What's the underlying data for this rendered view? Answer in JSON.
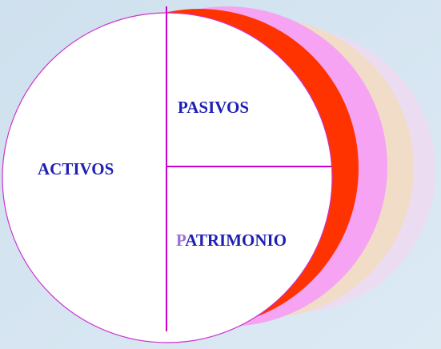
{
  "diagram": {
    "labels": {
      "activos": "ACTIVOS",
      "pasivos": "PASIVOS",
      "patrimonio_initial": "P",
      "patrimonio_rest": "ATRIMONIO"
    },
    "colors": {
      "background": "#d5e5f1",
      "label_text": "#1f1fb4",
      "patrimonio_initial": "#9a6fd6",
      "divider": "#cc00cc",
      "main_circle_fill": "#ffffff",
      "main_circle_stroke": "#cc33cc",
      "ring_1": "#ff3300",
      "ring_2": "#f5a3f2",
      "ring_3": "#f1dcc8",
      "ring_4": "#ecdcf2"
    }
  }
}
